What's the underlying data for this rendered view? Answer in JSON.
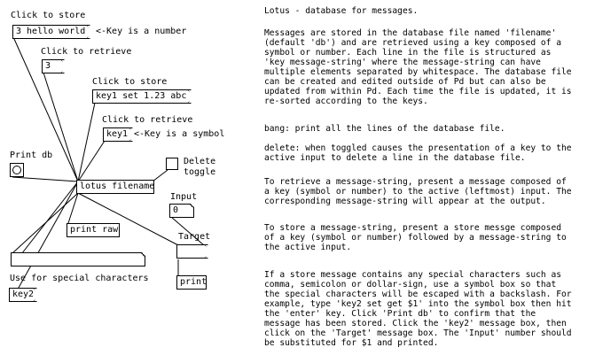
{
  "labels": {
    "click_to_store_1": "Click to store",
    "key_is_number": "<-Key is a number",
    "click_to_retrieve_1": "Click to retrieve",
    "click_to_store_2": "Click to store",
    "click_to_retrieve_2": "Click to retrieve",
    "key_is_symbol": "<-Key is a symbol",
    "print_db": "Print db",
    "delete_toggle": "Delete\ntoggle",
    "input": "Input",
    "target": "Target",
    "use_special": "Use for special characters"
  },
  "messages": {
    "hello_world": "3 hello world!",
    "key3": "3",
    "key1_set": "key1 set 1.23 abc",
    "key1": "key1",
    "key2": "key2"
  },
  "objects": {
    "lotus": "lotus filename",
    "print_raw": "print raw",
    "print": "print"
  },
  "number_box": {
    "value": "0"
  },
  "doc": {
    "title": "Lotus - database for messages.",
    "p1": "Messages are stored in the database file named 'filename'\n(default 'db') and are retrieved using a key composed of a\nsymbol or number. Each line in the file is structured as\n'key message-string' where the message-string can have\nmultiple elements separated by whitespace. The database file\ncan be created and edited outside of Pd but can also be\nupdated from within Pd. Each time the file is updated, it is\nre-sorted according to the keys.",
    "p2": "bang: print all the lines of the database file.",
    "p3": "delete: when toggled causes the presentation of a key to the\nactive input to delete a line in the database file.",
    "p4": "To retrieve a message-string, present a message composed of\na key (symbol or number) to the active (leftmost) input. The\ncorresponding message-string will appear at the output.",
    "p5": "To store a message-string, present a store messge composed\nof a key (symbol or number) followed by a message-string to\nthe active input.",
    "p6": "If a store message contains any special characters such as\ncomma, semicolon or dollar-sign, use a symbol box so that\nthe special characters will be escaped with a backslash. For\nexample, type 'key2 set get $1' into the symbol box then hit\nthe 'enter' key. Click 'Print db' to confirm that the\nmessage has been stored. Click the 'key2' message box, then\nclick on the 'Target' message box. The 'Input' number should\nbe substituted for $1 and printed."
  }
}
